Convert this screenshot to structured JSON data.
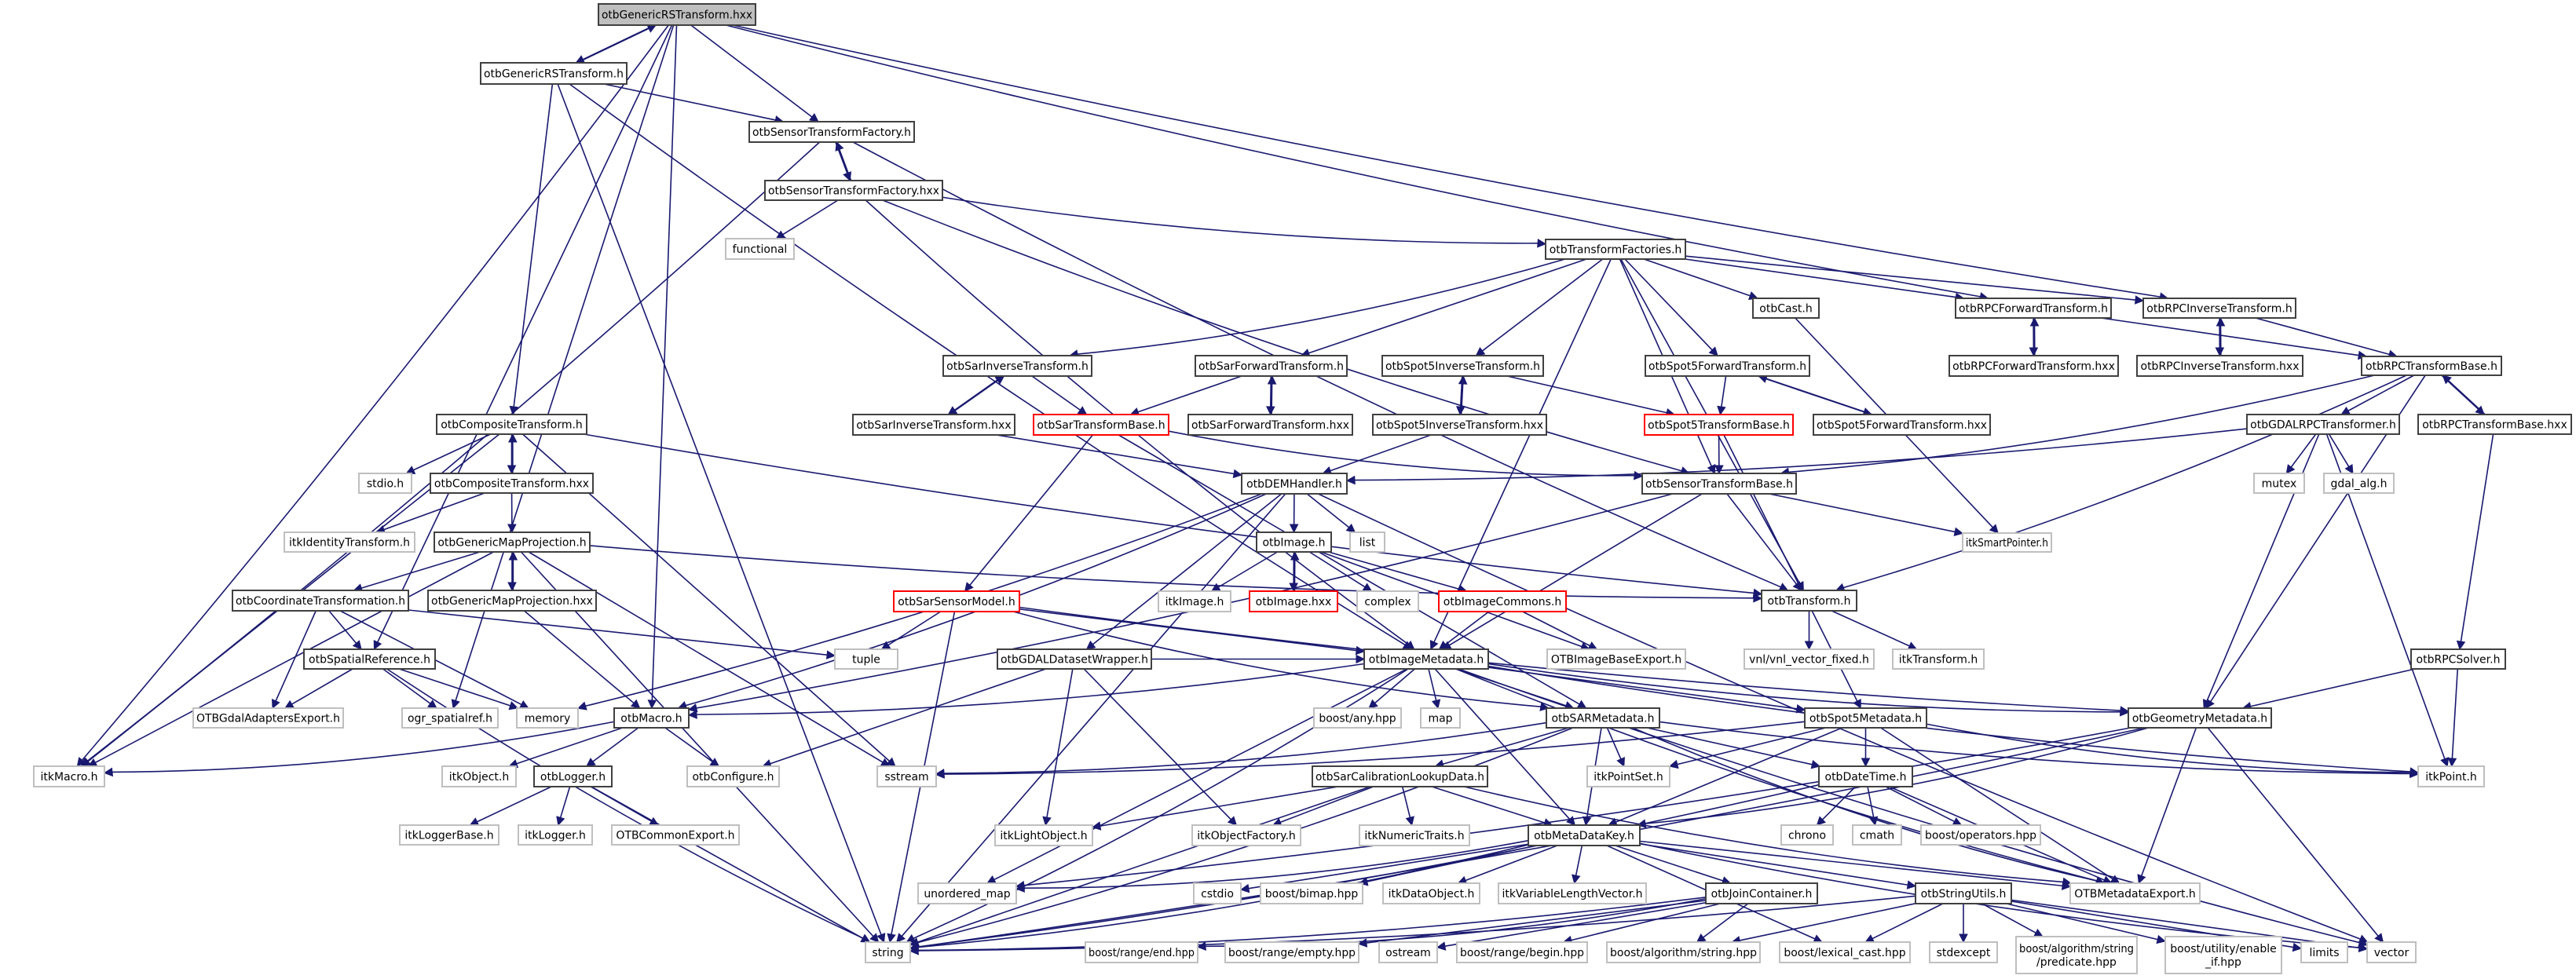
{
  "title": "Include dependency graph for otbGenericRSTransform.hxx",
  "colors": {
    "edge": "#191970",
    "root_fill": "#bfbfbf",
    "internal_border": "#404040",
    "external_border": "#bfbfbf",
    "missing_border": "#ff0000"
  },
  "nodes": [
    {
      "id": "n0",
      "label": "otbGenericRSTransform.hxx",
      "kind": "root"
    },
    {
      "id": "n1",
      "label": "otbGenericRSTransform.h",
      "kind": "internal"
    },
    {
      "id": "n2",
      "label": "otbSensorTransformFactory.h",
      "kind": "internal"
    },
    {
      "id": "n3",
      "label": "otbSensorTransformFactory.hxx",
      "kind": "internal"
    },
    {
      "id": "n4",
      "label": "functional",
      "kind": "external"
    },
    {
      "id": "n5",
      "label": "otbTransformFactories.h",
      "kind": "internal"
    },
    {
      "id": "n6",
      "label": "otbCast.h",
      "kind": "internal"
    },
    {
      "id": "n7",
      "label": "otbRPCForwardTransform.h",
      "kind": "internal"
    },
    {
      "id": "n8",
      "label": "otbRPCInverseTransform.h",
      "kind": "internal"
    },
    {
      "id": "n9",
      "label": "otbRPCForwardTransform.hxx",
      "kind": "internal"
    },
    {
      "id": "n10",
      "label": "otbRPCInverseTransform.hxx",
      "kind": "internal"
    },
    {
      "id": "n11",
      "label": "otbRPCTransformBase.h",
      "kind": "internal"
    },
    {
      "id": "n12",
      "label": "otbSarInverseTransform.h",
      "kind": "internal"
    },
    {
      "id": "n13",
      "label": "otbSarForwardTransform.h",
      "kind": "internal"
    },
    {
      "id": "n14",
      "label": "otbSpot5InverseTransform.h",
      "kind": "internal"
    },
    {
      "id": "n15",
      "label": "otbSpot5ForwardTransform.h",
      "kind": "internal"
    },
    {
      "id": "n16",
      "label": "otbSarInverseTransform.hxx",
      "kind": "internal"
    },
    {
      "id": "n17",
      "label": "otbSarTransformBase.h",
      "kind": "red"
    },
    {
      "id": "n18",
      "label": "otbSarForwardTransform.hxx",
      "kind": "internal"
    },
    {
      "id": "n19",
      "label": "otbSpot5InverseTransform.hxx",
      "kind": "internal"
    },
    {
      "id": "n20",
      "label": "otbSpot5TransformBase.h",
      "kind": "red"
    },
    {
      "id": "n21",
      "label": "otbSpot5ForwardTransform.hxx",
      "kind": "internal"
    },
    {
      "id": "n22",
      "label": "otbGDALRPCTransformer.h",
      "kind": "internal"
    },
    {
      "id": "n23",
      "label": "otbRPCTransformBase.hxx",
      "kind": "internal"
    },
    {
      "id": "n24",
      "label": "mutex",
      "kind": "external"
    },
    {
      "id": "n25",
      "label": "gdal_alg.h",
      "kind": "external"
    },
    {
      "id": "n26",
      "label": "otbCompositeTransform.h",
      "kind": "internal"
    },
    {
      "id": "n27",
      "label": "stdio.h",
      "kind": "external"
    },
    {
      "id": "n28",
      "label": "otbCompositeTransform.hxx",
      "kind": "internal"
    },
    {
      "id": "n29",
      "label": "itkIdentityTransform.h",
      "kind": "external"
    },
    {
      "id": "n30",
      "label": "otbGenericMapProjection.h",
      "kind": "internal"
    },
    {
      "id": "n31",
      "label": "otbCoordinateTransformation.h",
      "kind": "internal"
    },
    {
      "id": "n32",
      "label": "otbGenericMapProjection.hxx",
      "kind": "internal"
    },
    {
      "id": "n33",
      "label": "otbSpatialReference.h",
      "kind": "internal"
    },
    {
      "id": "n34",
      "label": "OTBGdalAdaptersExport.h",
      "kind": "external"
    },
    {
      "id": "n35",
      "label": "ogr_spatialref.h",
      "kind": "external"
    },
    {
      "id": "n36",
      "label": "memory",
      "kind": "external"
    },
    {
      "id": "n37",
      "label": "otbMacro.h",
      "kind": "internal"
    },
    {
      "id": "n38",
      "label": "itkMacro.h",
      "kind": "external"
    },
    {
      "id": "n39",
      "label": "itkObject.h",
      "kind": "external"
    },
    {
      "id": "n40",
      "label": "otbLogger.h",
      "kind": "internal"
    },
    {
      "id": "n41",
      "label": "otbConfigure.h",
      "kind": "external"
    },
    {
      "id": "n42",
      "label": "itkLoggerBase.h",
      "kind": "external"
    },
    {
      "id": "n43",
      "label": "itkLogger.h",
      "kind": "external"
    },
    {
      "id": "n44",
      "label": "OTBCommonExport.h",
      "kind": "external"
    },
    {
      "id": "n45",
      "label": "otbDEMHandler.h",
      "kind": "internal"
    },
    {
      "id": "n46",
      "label": "otbSensorTransformBase.h",
      "kind": "internal"
    },
    {
      "id": "n47",
      "label": "itkSmartPointer.h",
      "kind": "external"
    },
    {
      "id": "n48",
      "label": "list",
      "kind": "external"
    },
    {
      "id": "n49",
      "label": "otbImage.h",
      "kind": "internal"
    },
    {
      "id": "n50",
      "label": "otbSarSensorModel.h",
      "kind": "red"
    },
    {
      "id": "n51",
      "label": "itkImage.h",
      "kind": "external"
    },
    {
      "id": "n52",
      "label": "otbImage.hxx",
      "kind": "red"
    },
    {
      "id": "n53",
      "label": "complex",
      "kind": "external"
    },
    {
      "id": "n54",
      "label": "otbImageCommons.h",
      "kind": "red"
    },
    {
      "id": "n55",
      "label": "otbTransform.h",
      "kind": "internal"
    },
    {
      "id": "n56",
      "label": "tuple",
      "kind": "external"
    },
    {
      "id": "n57",
      "label": "otbGDALDatasetWrapper.h",
      "kind": "internal"
    },
    {
      "id": "n58",
      "label": "otbImageMetadata.h",
      "kind": "internal"
    },
    {
      "id": "n59",
      "label": "OTBImageBaseExport.h",
      "kind": "external"
    },
    {
      "id": "n60",
      "label": "vnl/vnl_vector_fixed.h",
      "kind": "external"
    },
    {
      "id": "n61",
      "label": "itkTransform.h",
      "kind": "external"
    },
    {
      "id": "n62",
      "label": "otbRPCSolver.h",
      "kind": "internal"
    },
    {
      "id": "n63",
      "label": "boost/any.hpp",
      "kind": "external"
    },
    {
      "id": "n64",
      "label": "map",
      "kind": "external"
    },
    {
      "id": "n65",
      "label": "otbSARMetadata.h",
      "kind": "internal"
    },
    {
      "id": "n66",
      "label": "otbSpot5Metadata.h",
      "kind": "internal"
    },
    {
      "id": "n67",
      "label": "otbGeometryMetadata.h",
      "kind": "internal"
    },
    {
      "id": "n68",
      "label": "sstream",
      "kind": "external"
    },
    {
      "id": "n69",
      "label": "otbSarCalibrationLookupData.h",
      "kind": "internal"
    },
    {
      "id": "n70",
      "label": "itkPointSet.h",
      "kind": "external"
    },
    {
      "id": "n71",
      "label": "otbDateTime.h",
      "kind": "internal"
    },
    {
      "id": "n72",
      "label": "itkPoint.h",
      "kind": "external"
    },
    {
      "id": "n73",
      "label": "itkLightObject.h",
      "kind": "external"
    },
    {
      "id": "n74",
      "label": "itkObjectFactory.h",
      "kind": "external"
    },
    {
      "id": "n75",
      "label": "itkNumericTraits.h",
      "kind": "external"
    },
    {
      "id": "n76",
      "label": "otbMetaDataKey.h",
      "kind": "internal"
    },
    {
      "id": "n77",
      "label": "chrono",
      "kind": "external"
    },
    {
      "id": "n78",
      "label": "cmath",
      "kind": "external"
    },
    {
      "id": "n79",
      "label": "boost/operators.hpp",
      "kind": "external"
    },
    {
      "id": "n80",
      "label": "unordered_map",
      "kind": "external"
    },
    {
      "id": "n81",
      "label": "cstdio",
      "kind": "external"
    },
    {
      "id": "n82",
      "label": "boost/bimap.hpp",
      "kind": "external"
    },
    {
      "id": "n83",
      "label": "itkDataObject.h",
      "kind": "external"
    },
    {
      "id": "n84",
      "label": "itkVariableLengthVector.h",
      "kind": "external"
    },
    {
      "id": "n85",
      "label": "otbJoinContainer.h",
      "kind": "internal"
    },
    {
      "id": "n86",
      "label": "otbStringUtils.h",
      "kind": "internal"
    },
    {
      "id": "n87",
      "label": "OTBMetadataExport.h",
      "kind": "external"
    },
    {
      "id": "n88",
      "label": "string",
      "kind": "external"
    },
    {
      "id": "n89",
      "label": "boost/range/end.hpp",
      "kind": "external"
    },
    {
      "id": "n90",
      "label": "boost/range/empty.hpp",
      "kind": "external"
    },
    {
      "id": "n91",
      "label": "ostream",
      "kind": "external"
    },
    {
      "id": "n92",
      "label": "boost/range/begin.hpp",
      "kind": "external"
    },
    {
      "id": "n93",
      "label": "boost/algorithm/string.hpp",
      "kind": "external"
    },
    {
      "id": "n94",
      "label": "boost/lexical_cast.hpp",
      "kind": "external"
    },
    {
      "id": "n95",
      "label": "stdexcept",
      "kind": "external"
    },
    {
      "id": "n96",
      "label": "boost/algorithm/string\n/predicate.hpp",
      "kind": "external"
    },
    {
      "id": "n97",
      "label": "boost/utility/enable\n_if.hpp",
      "kind": "external"
    },
    {
      "id": "n98",
      "label": "limits",
      "kind": "external"
    },
    {
      "id": "n99",
      "label": "vector",
      "kind": "external"
    }
  ],
  "edges": [
    [
      "n0",
      "n1"
    ],
    [
      "n1",
      "n0"
    ],
    [
      "n0",
      "n2"
    ],
    [
      "n0",
      "n37"
    ],
    [
      "n0",
      "n7"
    ],
    [
      "n0",
      "n8"
    ],
    [
      "n0",
      "n33"
    ],
    [
      "n0",
      "n35"
    ],
    [
      "n0",
      "n38"
    ],
    [
      "n1",
      "n2"
    ],
    [
      "n1",
      "n26"
    ],
    [
      "n1",
      "n88"
    ],
    [
      "n1",
      "n58"
    ],
    [
      "n2",
      "n3"
    ],
    [
      "n3",
      "n2"
    ],
    [
      "n2",
      "n38"
    ],
    [
      "n2",
      "n55"
    ],
    [
      "n3",
      "n4"
    ],
    [
      "n3",
      "n5"
    ],
    [
      "n3",
      "n58"
    ],
    [
      "n3",
      "n46"
    ],
    [
      "n5",
      "n12"
    ],
    [
      "n5",
      "n13"
    ],
    [
      "n5",
      "n14"
    ],
    [
      "n5",
      "n15"
    ],
    [
      "n5",
      "n6"
    ],
    [
      "n5",
      "n7"
    ],
    [
      "n5",
      "n8"
    ],
    [
      "n5",
      "n46"
    ],
    [
      "n5",
      "n58"
    ],
    [
      "n5",
      "n55"
    ],
    [
      "n6",
      "n47"
    ],
    [
      "n7",
      "n9"
    ],
    [
      "n9",
      "n7"
    ],
    [
      "n7",
      "n11"
    ],
    [
      "n8",
      "n10"
    ],
    [
      "n10",
      "n8"
    ],
    [
      "n8",
      "n11"
    ],
    [
      "n11",
      "n22"
    ],
    [
      "n11",
      "n23"
    ],
    [
      "n23",
      "n11"
    ],
    [
      "n11",
      "n67"
    ],
    [
      "n11",
      "n46"
    ],
    [
      "n11",
      "n55"
    ],
    [
      "n22",
      "n24"
    ],
    [
      "n22",
      "n25"
    ],
    [
      "n22",
      "n45"
    ],
    [
      "n22",
      "n67"
    ],
    [
      "n22",
      "n72"
    ],
    [
      "n23",
      "n62"
    ],
    [
      "n12",
      "n16"
    ],
    [
      "n16",
      "n12"
    ],
    [
      "n12",
      "n17"
    ],
    [
      "n13",
      "n18"
    ],
    [
      "n18",
      "n13"
    ],
    [
      "n13",
      "n17"
    ],
    [
      "n14",
      "n19"
    ],
    [
      "n19",
      "n14"
    ],
    [
      "n14",
      "n20"
    ],
    [
      "n15",
      "n21"
    ],
    [
      "n21",
      "n15"
    ],
    [
      "n15",
      "n20"
    ],
    [
      "n16",
      "n45"
    ],
    [
      "n19",
      "n45"
    ],
    [
      "n17",
      "n50"
    ],
    [
      "n17",
      "n46"
    ],
    [
      "n17",
      "n65"
    ],
    [
      "n20",
      "n46"
    ],
    [
      "n20",
      "n66"
    ],
    [
      "n26",
      "n27"
    ],
    [
      "n26",
      "n28"
    ],
    [
      "n28",
      "n26"
    ],
    [
      "n26",
      "n38"
    ],
    [
      "n26",
      "n55"
    ],
    [
      "n26",
      "n68"
    ],
    [
      "n28",
      "n29"
    ],
    [
      "n28",
      "n30"
    ],
    [
      "n30",
      "n31"
    ],
    [
      "n30",
      "n32"
    ],
    [
      "n32",
      "n30"
    ],
    [
      "n30",
      "n38"
    ],
    [
      "n30",
      "n55"
    ],
    [
      "n30",
      "n68"
    ],
    [
      "n30",
      "n88"
    ],
    [
      "n31",
      "n33"
    ],
    [
      "n31",
      "n34"
    ],
    [
      "n31",
      "n36"
    ],
    [
      "n31",
      "n56"
    ],
    [
      "n32",
      "n37"
    ],
    [
      "n33",
      "n34"
    ],
    [
      "n33",
      "n35"
    ],
    [
      "n33",
      "n36"
    ],
    [
      "n33",
      "n88"
    ],
    [
      "n37",
      "n38"
    ],
    [
      "n37",
      "n39"
    ],
    [
      "n37",
      "n40"
    ],
    [
      "n37",
      "n41"
    ],
    [
      "n40",
      "n42"
    ],
    [
      "n40",
      "n43"
    ],
    [
      "n40",
      "n44"
    ],
    [
      "n40",
      "n88"
    ],
    [
      "n45",
      "n49"
    ],
    [
      "n45",
      "n48"
    ],
    [
      "n45",
      "n57"
    ],
    [
      "n45",
      "n36"
    ],
    [
      "n45",
      "n37"
    ],
    [
      "n45",
      "n88"
    ],
    [
      "n45",
      "n99"
    ],
    [
      "n46",
      "n55"
    ],
    [
      "n46",
      "n47"
    ],
    [
      "n46",
      "n58"
    ],
    [
      "n46",
      "n37"
    ],
    [
      "n49",
      "n51"
    ],
    [
      "n49",
      "n52"
    ],
    [
      "n52",
      "n49"
    ],
    [
      "n49",
      "n53"
    ],
    [
      "n49",
      "n54"
    ],
    [
      "n49",
      "n59"
    ],
    [
      "n50",
      "n56"
    ],
    [
      "n50",
      "n58"
    ],
    [
      "n50",
      "n88"
    ],
    [
      "n50",
      "n67"
    ],
    [
      "n50",
      "n65"
    ],
    [
      "n54",
      "n58"
    ],
    [
      "n54",
      "n59"
    ],
    [
      "n55",
      "n60"
    ],
    [
      "n55",
      "n61"
    ],
    [
      "n57",
      "n73"
    ],
    [
      "n57",
      "n74"
    ],
    [
      "n57",
      "n41"
    ],
    [
      "n57",
      "n58"
    ],
    [
      "n58",
      "n63"
    ],
    [
      "n58",
      "n64"
    ],
    [
      "n58",
      "n65"
    ],
    [
      "n58",
      "n76"
    ],
    [
      "n58",
      "n66"
    ],
    [
      "n58",
      "n67"
    ],
    [
      "n58",
      "n37"
    ],
    [
      "n58",
      "n88"
    ],
    [
      "n58",
      "n80"
    ],
    [
      "n58",
      "n87"
    ],
    [
      "n58",
      "n99"
    ],
    [
      "n58",
      "n72"
    ],
    [
      "n62",
      "n67"
    ],
    [
      "n62",
      "n72"
    ],
    [
      "n65",
      "n69"
    ],
    [
      "n65",
      "n70"
    ],
    [
      "n65",
      "n76"
    ],
    [
      "n65",
      "n71"
    ],
    [
      "n65",
      "n68"
    ],
    [
      "n65",
      "n88"
    ],
    [
      "n65",
      "n72"
    ],
    [
      "n65",
      "n87"
    ],
    [
      "n66",
      "n71"
    ],
    [
      "n66",
      "n76"
    ],
    [
      "n66",
      "n70"
    ],
    [
      "n66",
      "n72"
    ],
    [
      "n66",
      "n68"
    ],
    [
      "n66",
      "n87"
    ],
    [
      "n67",
      "n76"
    ],
    [
      "n67",
      "n87"
    ],
    [
      "n67",
      "n99"
    ],
    [
      "n67",
      "n88"
    ],
    [
      "n67",
      "n80"
    ],
    [
      "n69",
      "n73"
    ],
    [
      "n69",
      "n74"
    ],
    [
      "n69",
      "n75"
    ],
    [
      "n69",
      "n76"
    ],
    [
      "n69",
      "n88"
    ],
    [
      "n69",
      "n87"
    ],
    [
      "n71",
      "n77"
    ],
    [
      "n71",
      "n78"
    ],
    [
      "n71",
      "n79"
    ],
    [
      "n71",
      "n87"
    ],
    [
      "n71",
      "n88"
    ],
    [
      "n76",
      "n80"
    ],
    [
      "n76",
      "n81"
    ],
    [
      "n76",
      "n82"
    ],
    [
      "n76",
      "n83"
    ],
    [
      "n76",
      "n84"
    ],
    [
      "n76",
      "n85"
    ],
    [
      "n76",
      "n86"
    ],
    [
      "n76",
      "n87"
    ],
    [
      "n76",
      "n88"
    ],
    [
      "n76",
      "n99"
    ],
    [
      "n76",
      "n94"
    ],
    [
      "n85",
      "n88"
    ],
    [
      "n85",
      "n89"
    ],
    [
      "n85",
      "n90"
    ],
    [
      "n85",
      "n91"
    ],
    [
      "n85",
      "n92"
    ],
    [
      "n85",
      "n93"
    ],
    [
      "n86",
      "n88"
    ],
    [
      "n86",
      "n93"
    ],
    [
      "n86",
      "n94"
    ],
    [
      "n86",
      "n95"
    ],
    [
      "n86",
      "n96"
    ],
    [
      "n86",
      "n97"
    ],
    [
      "n86",
      "n98"
    ],
    [
      "n86",
      "n99"
    ]
  ]
}
